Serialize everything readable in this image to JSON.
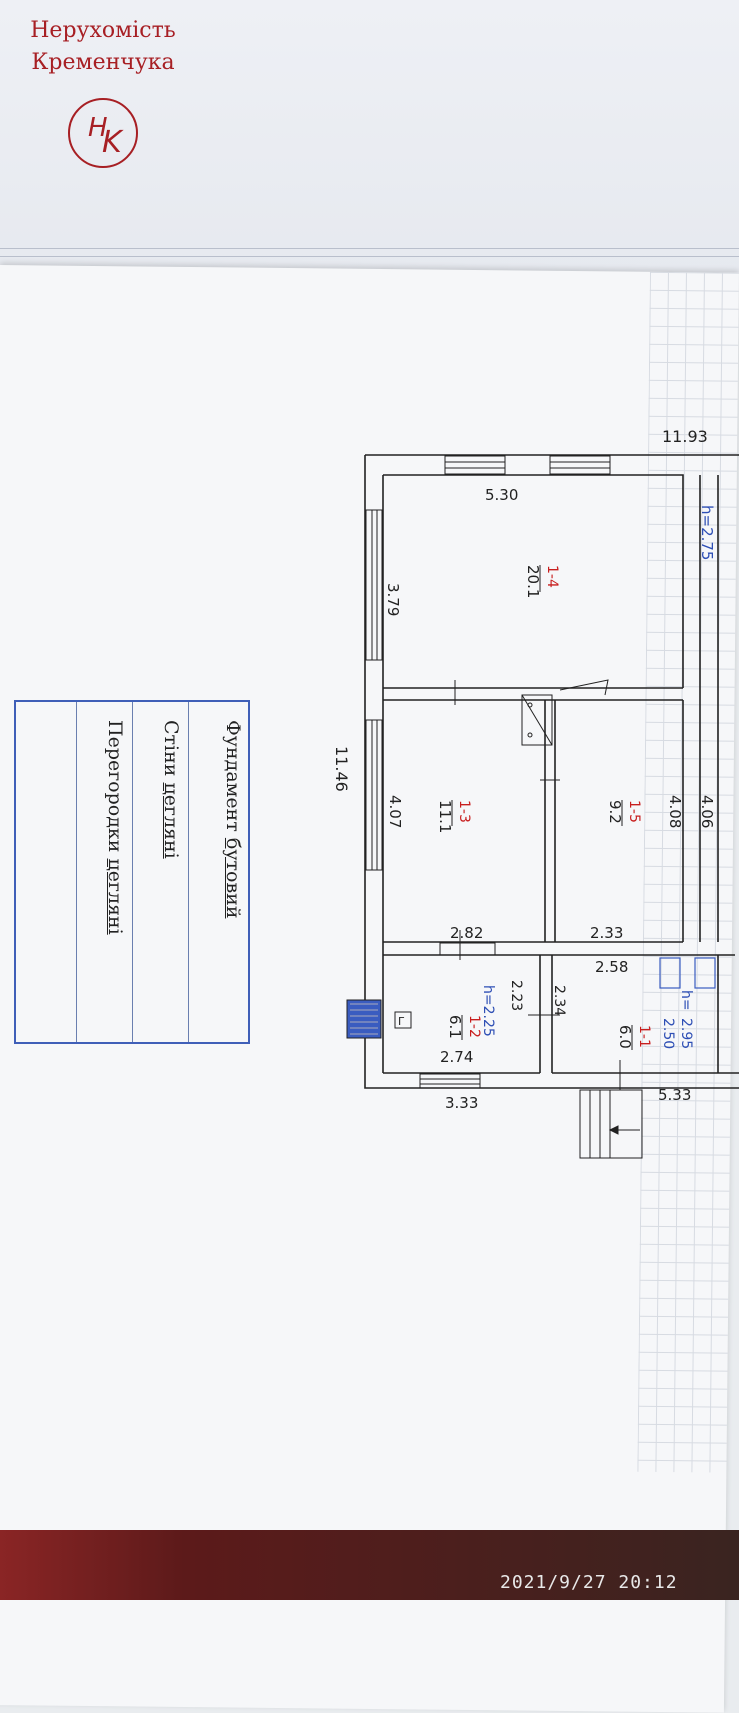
{
  "logo": {
    "line1": "Нерухомість",
    "line2": "Кременчука",
    "monogram": "HK",
    "color": "#a71f24"
  },
  "spec": {
    "rows": [
      {
        "label": "Фундамент",
        "value": "бутовий"
      },
      {
        "label": "Стіни",
        "value": "цегляні"
      },
      {
        "label": "Перегородки",
        "value": "цегляні"
      }
    ]
  },
  "plan": {
    "overall_length": "11.93",
    "overall_width": "11.46",
    "height_1": "h=2.75",
    "height_2": "h=2.25",
    "height_3a": "h=",
    "height_3b": "2.95",
    "height_3c": "2.50",
    "rooms": [
      {
        "id": "1-4",
        "area": "20.1"
      },
      {
        "id": "1-3",
        "area": "11.1"
      },
      {
        "id": "1-5",
        "area": "9.2"
      },
      {
        "id": "1-2",
        "area": "6.1"
      },
      {
        "id": "1-1",
        "area": "6.0"
      }
    ],
    "dims": {
      "d530": "5.30",
      "d379": "3.79",
      "d407": "4.07",
      "d408": "4.08",
      "d406": "4.06",
      "d282": "2.82",
      "d233": "2.33",
      "d258": "2.58",
      "d223": "2.23",
      "d234": "2.34",
      "d274": "2.74",
      "d333": "3.33",
      "d533": "5.33"
    },
    "stove_label": "Г",
    "id_color": "#c81e1e",
    "height_color": "#2e4fb5"
  },
  "timestamp": "2021/9/27 20:12"
}
